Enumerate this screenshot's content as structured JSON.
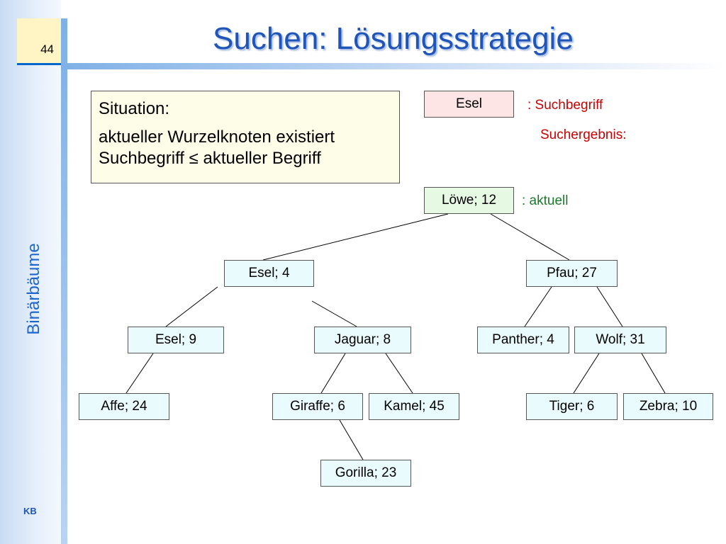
{
  "page_number": "44",
  "slide_title": "Suchen: Lösungsstrategie",
  "side_title": "Binärbäume",
  "author": "KB",
  "situation": {
    "heading": "Situation:",
    "line1": "aktueller Wurzelknoten existiert",
    "line2": "Suchbegriff ≤ aktueller Begriff"
  },
  "search": {
    "term": "Esel",
    "term_label": ": Suchbegriff",
    "result_label": "Suchergebnis:",
    "current_label": ": aktuell"
  },
  "tree": {
    "nodes": [
      {
        "id": "loewe",
        "label": "Löwe; 12",
        "current": true
      },
      {
        "id": "esel4",
        "label": "Esel; 4"
      },
      {
        "id": "pfau",
        "label": "Pfau; 27"
      },
      {
        "id": "esel9",
        "label": "Esel; 9"
      },
      {
        "id": "jaguar",
        "label": "Jaguar; 8"
      },
      {
        "id": "panther",
        "label": "Panther; 4"
      },
      {
        "id": "wolf",
        "label": "Wolf; 31"
      },
      {
        "id": "affe",
        "label": "Affe; 24"
      },
      {
        "id": "giraffe",
        "label": "Giraffe; 6"
      },
      {
        "id": "kamel",
        "label": "Kamel; 45"
      },
      {
        "id": "tiger",
        "label": "Tiger; 6"
      },
      {
        "id": "zebra",
        "label": "Zebra; 10"
      },
      {
        "id": "gorilla",
        "label": "Gorilla; 23"
      }
    ],
    "edges": [
      [
        "loewe",
        "esel4"
      ],
      [
        "loewe",
        "pfau"
      ],
      [
        "esel4",
        "esel9"
      ],
      [
        "esel4",
        "jaguar"
      ],
      [
        "pfau",
        "panther"
      ],
      [
        "pfau",
        "wolf"
      ],
      [
        "esel9",
        "affe"
      ],
      [
        "jaguar",
        "giraffe"
      ],
      [
        "jaguar",
        "kamel"
      ],
      [
        "wolf",
        "tiger"
      ],
      [
        "wolf",
        "zebra"
      ],
      [
        "giraffe",
        "gorilla"
      ]
    ]
  }
}
